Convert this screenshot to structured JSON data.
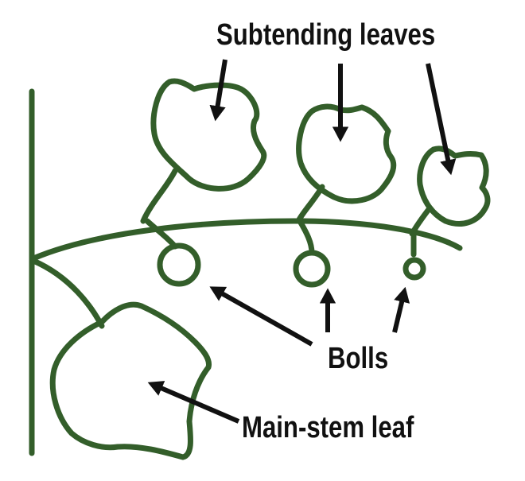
{
  "labels": {
    "subtending_leaves": "Subtending leaves",
    "bolls": "Bolls",
    "main_stem_leaf": "Main-stem leaf"
  },
  "colors": {
    "plant": "#335e2a",
    "arrow": "#111111",
    "background": "#ffffff"
  }
}
